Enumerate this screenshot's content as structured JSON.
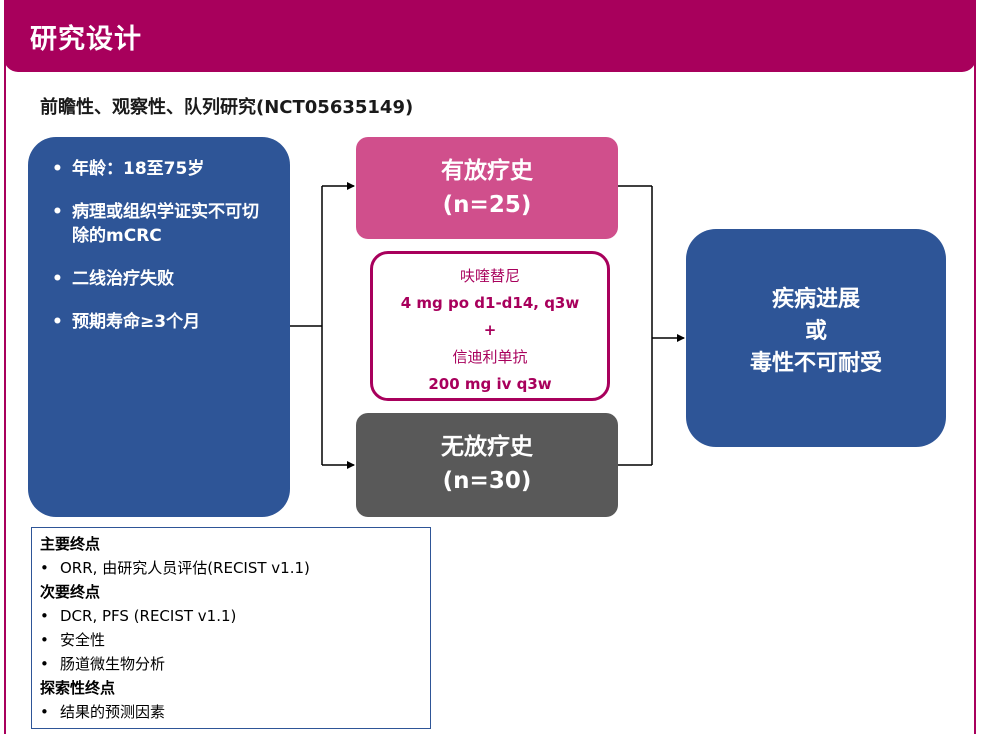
{
  "header": {
    "title": "研究设计"
  },
  "subtitle": "前瞻性、观察性、队列研究(NCT05635149)",
  "criteria": [
    "年龄：18至75岁",
    "病理或组织学证实不可切除的mCRC",
    "二线治疗失败",
    "预期寿命≥3个月"
  ],
  "arms": {
    "with_rt": {
      "label": "有放疗史",
      "n": "(n=25)"
    },
    "without_rt": {
      "label": "无放疗史",
      "n": "(n=30)"
    }
  },
  "treatment": {
    "drug1": "呋喹替尼",
    "dose1": "4 mg po d1-d14, q3w",
    "plus": "+",
    "drug2": "信迪利单抗",
    "dose2": "200 mg iv q3w"
  },
  "outcome": {
    "line1": "疾病进展",
    "line2": "或",
    "line3": "毒性不可耐受"
  },
  "endpoints": {
    "primary": {
      "heading": "主要终点",
      "items": [
        "ORR, 由研究人员评估(RECIST v1.1)"
      ]
    },
    "secondary": {
      "heading": "次要终点",
      "items": [
        "DCR, PFS (RECIST v1.1)",
        "安全性",
        "肠道微生物分析"
      ]
    },
    "exploratory": {
      "heading": "探索性终点",
      "items": [
        "结果的预测因素"
      ]
    }
  },
  "colors": {
    "brand": "#a8005c",
    "blue": "#2e5597",
    "pink": "#d04f8c",
    "gray": "#595959"
  }
}
